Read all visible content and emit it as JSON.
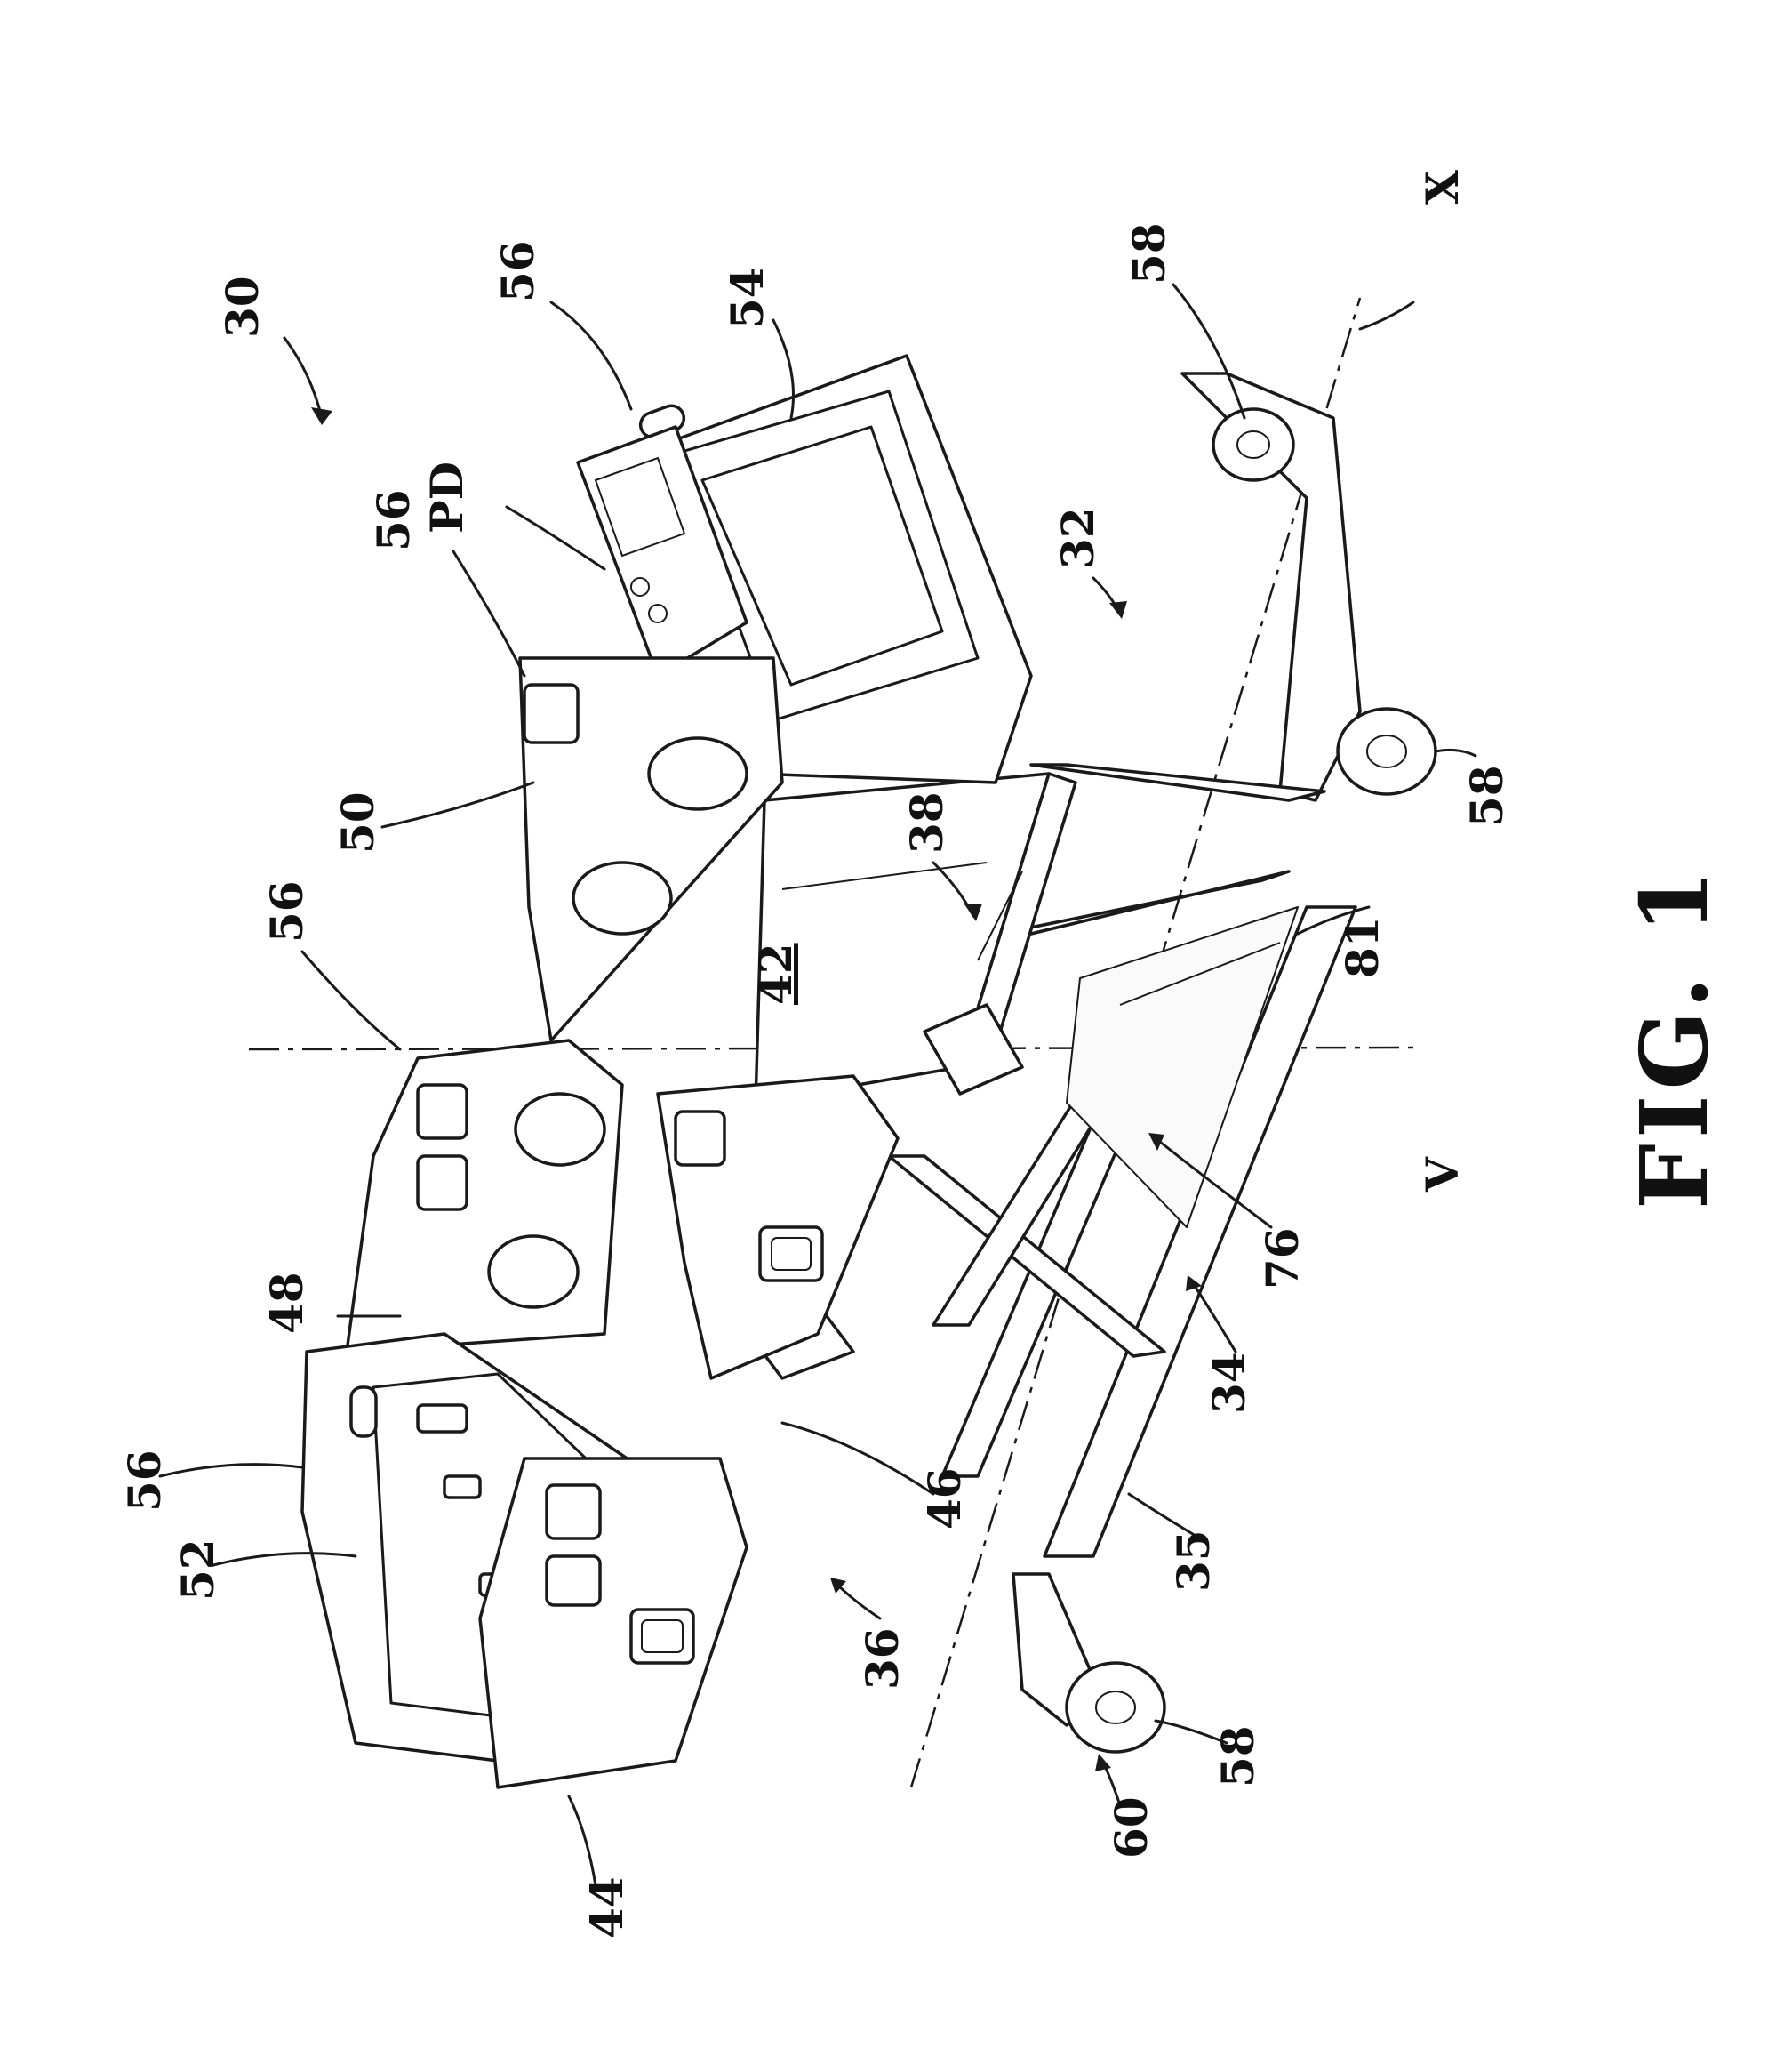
{
  "figure_title": "FIG. 1",
  "labels": {
    "l30": "30",
    "l56a": "56",
    "l54": "54",
    "l56b": "56",
    "lPD": "PD",
    "lX": "X",
    "l58a": "58",
    "l58b": "58",
    "l58c": "58",
    "l32": "32",
    "l50": "50",
    "l38": "38",
    "l42": "42",
    "l56c": "56",
    "l81": "81",
    "l48": "48",
    "lV": "V",
    "l76": "76",
    "l34": "34",
    "l56d": "56",
    "l52": "52",
    "l46": "46",
    "l35": "35",
    "l36": "36",
    "l44": "44",
    "l60": "60"
  }
}
